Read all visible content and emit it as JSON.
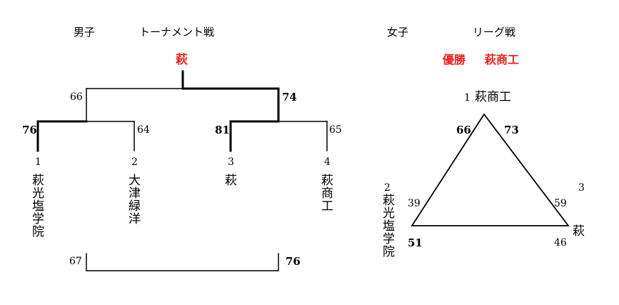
{
  "boys": {
    "label": "男子",
    "format": "トーナメント戦",
    "champion": "萩",
    "teams": [
      {
        "seed": "1",
        "name": "萩光塩学院"
      },
      {
        "seed": "2",
        "name": "大津緑洋"
      },
      {
        "seed": "3",
        "name": "萩"
      },
      {
        "seed": "4",
        "name": "萩商工"
      }
    ],
    "scores": {
      "m1_team1": "76",
      "m1_team2": "64",
      "m2_team3": "81",
      "m2_team4": "65",
      "final_left": "66",
      "final_right": "74",
      "third_left": "67",
      "third_right": "76"
    }
  },
  "girls": {
    "label": "女子",
    "format": "リーグ戦",
    "winner_label": "優勝",
    "winner_name": "萩商工",
    "teams": [
      {
        "seed": "1",
        "name": "萩商工"
      },
      {
        "seed": "2",
        "name": "萩光塩学院"
      },
      {
        "seed": "3",
        "name": "萩"
      }
    ],
    "scores": {
      "t1_vs_t2": "66",
      "t1_vs_t3": "73",
      "t2_vs_t1": "39",
      "t2_vs_t3": "51",
      "t3_vs_t1": "59",
      "t3_vs_t2": "46"
    }
  }
}
